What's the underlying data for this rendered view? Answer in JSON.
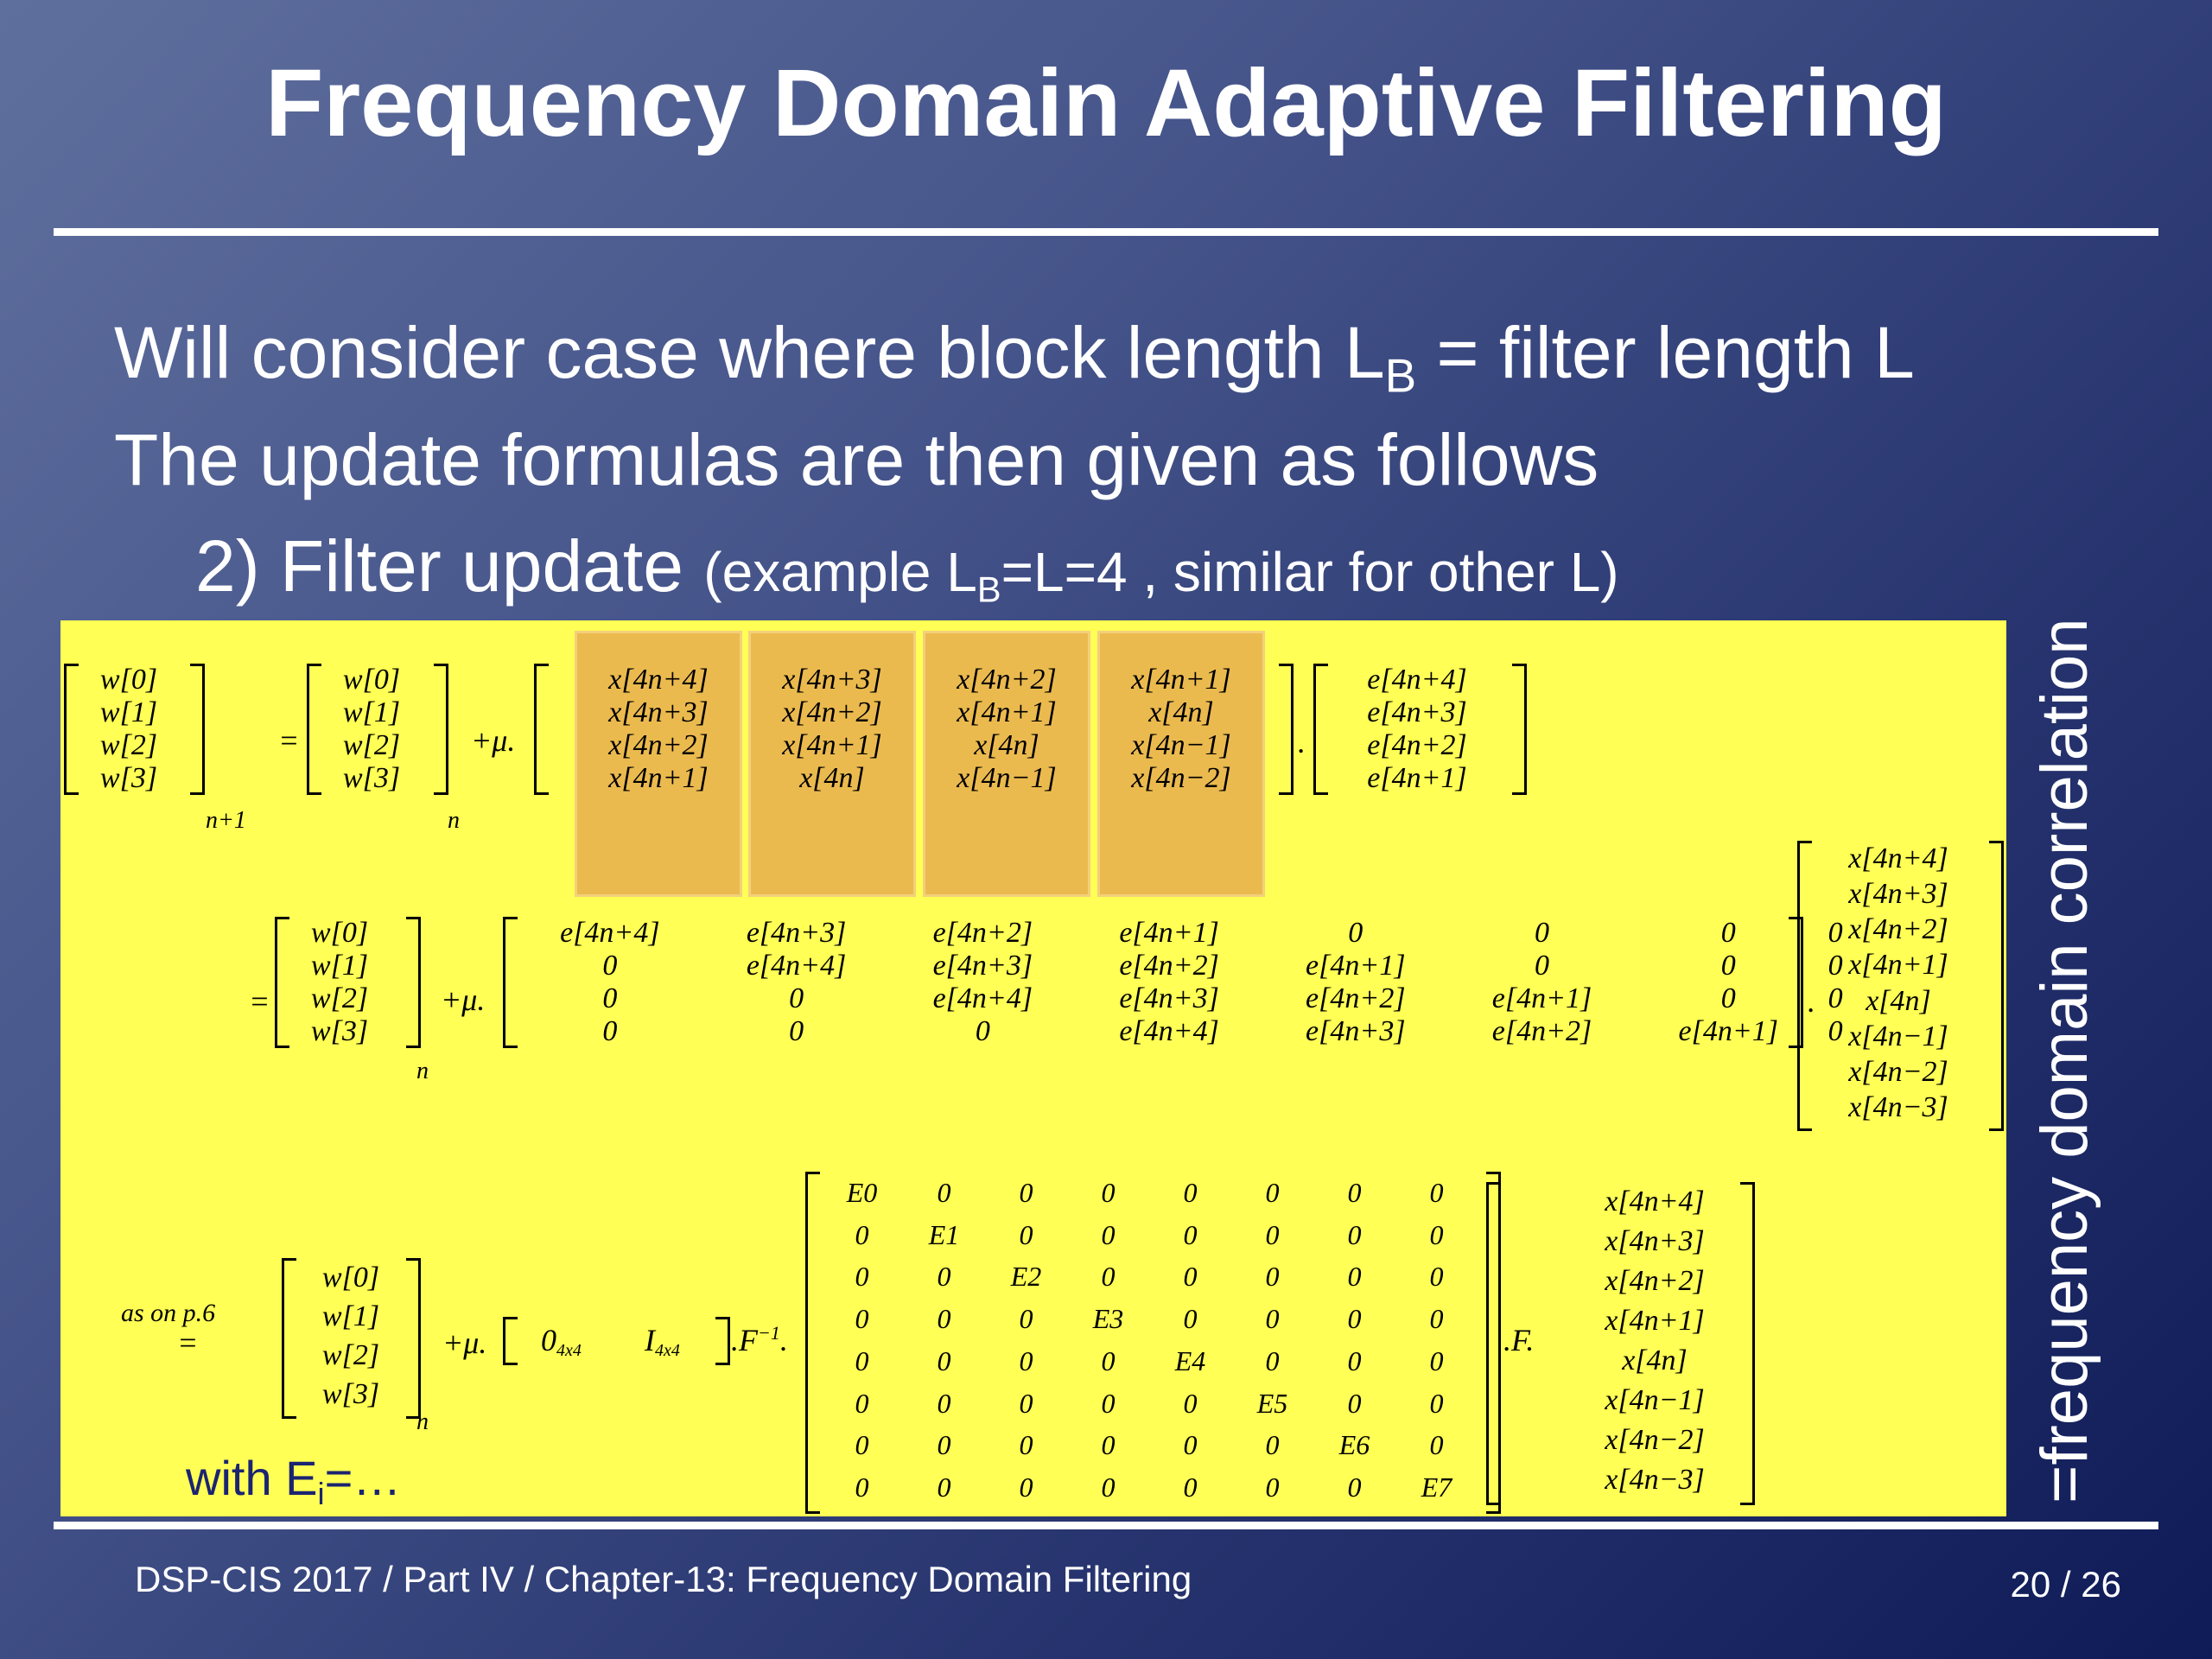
{
  "title": "Frequency Domain Adaptive Filtering",
  "bullets": {
    "line1_pre": "Will consider case where block length L",
    "line1_sub": "B",
    "line1_post": " = filter length L",
    "line2": "The update formulas are then given as follows",
    "line3_main": "2) Filter update ",
    "line3_small_pre": "(example L",
    "line3_small_sub": "B",
    "line3_small_post": "=L=4 , similar for other L)"
  },
  "colors": {
    "highlight_bg": "#ffff55",
    "column_highlight": "#ebba4e",
    "with_text": "#1b2470"
  },
  "eq1": {
    "lhs": [
      "w[0]",
      "w[1]",
      "w[2]",
      "w[3]"
    ],
    "lhs_sub": "n+1",
    "eq": "=",
    "w": [
      "w[0]",
      "w[1]",
      "w[2]",
      "w[3]"
    ],
    "w_sub": "n",
    "mu": "+μ.",
    "cols": [
      [
        "x[4n+4]",
        "x[4n+3]",
        "x[4n+2]",
        "x[4n+1]"
      ],
      [
        "x[4n+3]",
        "x[4n+2]",
        "x[4n+1]",
        "x[4n]"
      ],
      [
        "x[4n+2]",
        "x[4n+1]",
        "x[4n]",
        "x[4n−1]"
      ],
      [
        "x[4n+1]",
        "x[4n]",
        "x[4n−1]",
        "x[4n−2]"
      ]
    ],
    "dot": ".",
    "e": [
      "e[4n+4]",
      "e[4n+3]",
      "e[4n+2]",
      "e[4n+1]"
    ]
  },
  "eq2": {
    "eq": "=",
    "w": [
      "w[0]",
      "w[1]",
      "w[2]",
      "w[3]"
    ],
    "w_sub": "n",
    "mu": "+μ.",
    "matrix": [
      [
        "e[4n+4]",
        "e[4n+3]",
        "e[4n+2]",
        "e[4n+1]",
        "0",
        "0",
        "0",
        "0"
      ],
      [
        "0",
        "e[4n+4]",
        "e[4n+3]",
        "e[4n+2]",
        "e[4n+1]",
        "0",
        "0",
        "0"
      ],
      [
        "0",
        "0",
        "e[4n+4]",
        "e[4n+3]",
        "e[4n+2]",
        "e[4n+1]",
        "0",
        "0"
      ],
      [
        "0",
        "0",
        "0",
        "e[4n+4]",
        "e[4n+3]",
        "e[4n+2]",
        "e[4n+1]",
        "0"
      ]
    ],
    "dot": ".",
    "x": [
      "x[4n+4]",
      "x[4n+3]",
      "x[4n+2]",
      "x[4n+1]",
      "x[4n]",
      "x[4n−1]",
      "x[4n−2]",
      "x[4n−3]"
    ]
  },
  "eq3": {
    "as_on": "as on p.6",
    "eq": "=",
    "w": [
      "w[0]",
      "w[1]",
      "w[2]",
      "w[3]"
    ],
    "w_sub": "n",
    "mu": "+μ.",
    "zero": "0",
    "zero_sub": "4x4",
    "ident": "I",
    "ident_sub": "4x4",
    "finv": ".F",
    "finv_sup": "−1",
    "finv_dot": ".",
    "E_rows": [
      [
        "E0",
        "0",
        "0",
        "0",
        "0",
        "0",
        "0",
        "0"
      ],
      [
        "0",
        "E1",
        "0",
        "0",
        "0",
        "0",
        "0",
        "0"
      ],
      [
        "0",
        "0",
        "E2",
        "0",
        "0",
        "0",
        "0",
        "0"
      ],
      [
        "0",
        "0",
        "0",
        "E3",
        "0",
        "0",
        "0",
        "0"
      ],
      [
        "0",
        "0",
        "0",
        "0",
        "E4",
        "0",
        "0",
        "0"
      ],
      [
        "0",
        "0",
        "0",
        "0",
        "0",
        "E5",
        "0",
        "0"
      ],
      [
        "0",
        "0",
        "0",
        "0",
        "0",
        "0",
        "E6",
        "0"
      ],
      [
        "0",
        "0",
        "0",
        "0",
        "0",
        "0",
        "0",
        "E7"
      ]
    ],
    "f": ".F.",
    "x": [
      "x[4n+4]",
      "x[4n+3]",
      "x[4n+2]",
      "x[4n+1]",
      "x[4n]",
      "x[4n−1]",
      "x[4n−2]",
      "x[4n−3]"
    ],
    "with_pre": "with  E",
    "with_sub": "i",
    "with_post": "=…"
  },
  "side_note": "=frequency domain correlation",
  "footer": "DSP-CIS 2017  /  Part IV  /  Chapter-13: Frequency Domain Filtering",
  "page": "20 / 26"
}
